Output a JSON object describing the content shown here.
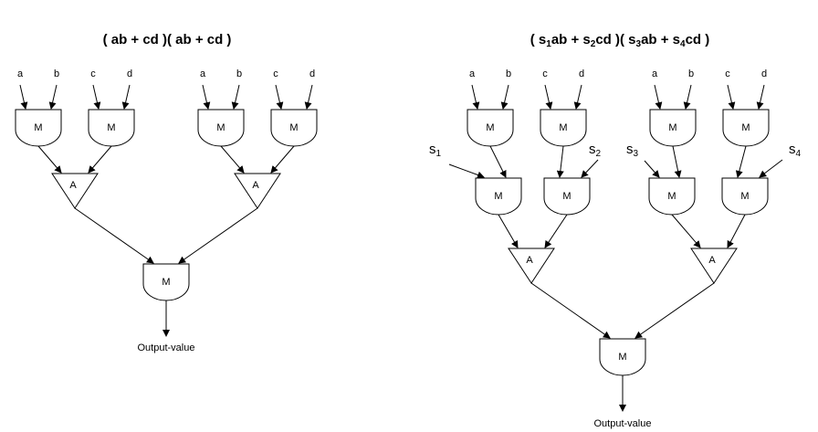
{
  "left": {
    "title": "( ab + cd )( ab + cd )",
    "inputs": [
      "a",
      "b",
      "c",
      "d",
      "a",
      "b",
      "c",
      "d"
    ],
    "mult_label": "M",
    "add_label": "A",
    "output_label": "Output-value"
  },
  "right": {
    "title_parts": [
      "( s",
      "1",
      "ab + s",
      "2",
      "cd )( s",
      "3",
      "ab + s",
      "4",
      "cd )"
    ],
    "inputs": [
      "a",
      "b",
      "c",
      "d",
      "a",
      "b",
      "c",
      "d"
    ],
    "scales": [
      {
        "base": "s",
        "sub": "1"
      },
      {
        "base": "s",
        "sub": "2"
      },
      {
        "base": "s",
        "sub": "3"
      },
      {
        "base": "s",
        "sub": "4"
      }
    ],
    "mult_label": "M",
    "add_label": "A",
    "output_label": "Output-value"
  }
}
